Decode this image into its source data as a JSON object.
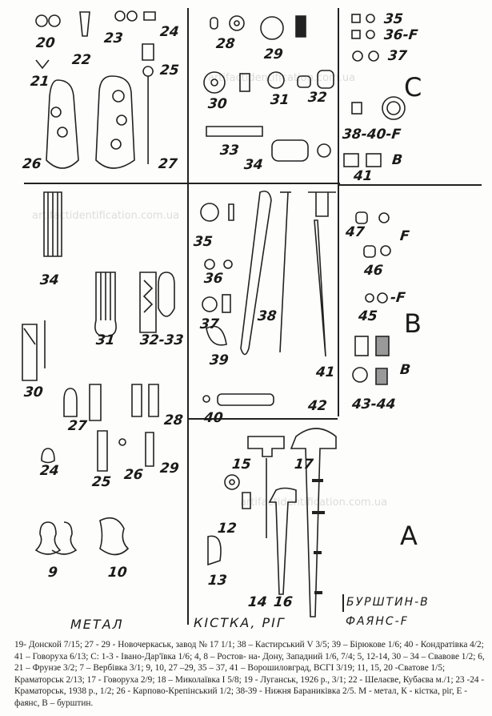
{
  "watermark": "artifactidentification.com.ua",
  "section_letters": {
    "C": "C",
    "B": "B",
    "A": "A"
  },
  "legend": {
    "amber": "БУРШТИН-B",
    "faience": "ФАЯНС-F"
  },
  "column_titles": {
    "metal": "МЕТАЛ",
    "bone": "КІСТКА, РІГ"
  },
  "labels_top_left": [
    "20",
    "21",
    "22",
    "23",
    "24",
    "25",
    "26",
    "27"
  ],
  "labels_top_mid": [
    "28",
    "29",
    "30",
    "31",
    "32",
    "33",
    "34"
  ],
  "labels_top_right": [
    "35",
    "36-F",
    "37",
    "38-40-F",
    "B",
    "41"
  ],
  "labels_mid_left": [
    "34",
    "31",
    "32-33",
    "30",
    "27",
    "28",
    "24",
    "25",
    "26",
    "29"
  ],
  "labels_mid_mid": [
    "35",
    "36",
    "37",
    "38",
    "39",
    "40",
    "41",
    "42"
  ],
  "labels_mid_right": [
    "47",
    "F",
    "46",
    "45",
    "-F",
    "B",
    "43-44"
  ],
  "labels_bottom": [
    "9",
    "10",
    "15",
    "17",
    "12",
    "13",
    "14",
    "16"
  ],
  "caption": "19- Донской 7/15; 27 - 29 - Новочеркаськ, завод № 17 1/1; 38 – Кастирський V 3/5; 39 – Бірюкове 1/6; 40 - Кондратівка 4/2; 41 – Говоруха 6/13; С: 1-3 - Івано-Дар'ївка 1/6; 4, 8 – Ростов- на- Дону, Западний 1/6, 7/4; 5, 12-14, 30 – 34 – Свавове 1/2; 6, 21 – Фрунзе 3/2; 7 – Вербівка 3/1; 9, 10, 27 –29, 35 – 37, 41 – Ворошиловград, ВСГІ 3/19; 11, 15, 20 -Сватове 1/5; Краматорськ 2/13; 17 - Говоруха 2/9; 18 – Миколаївка І 5/8; 19 - Луганськ, 1926 р., 3/1; 22 - Шелаєве, Кубаєва м./1; 23 -24 - Краматорськ, 1938 р., 1/2; 26 - Карпово-Крепінський 1/2; 38-39 - Нижня Бараниківка 2/5. М - метал, К - кістка, ріг, Е - фаянс, В – бурштин."
}
